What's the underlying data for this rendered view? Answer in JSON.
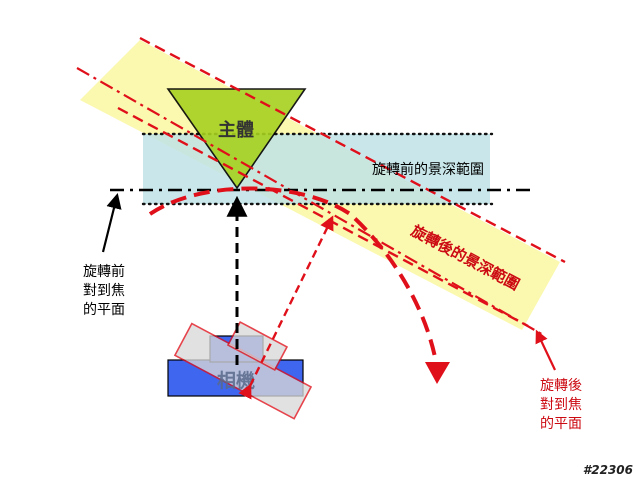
{
  "labels": {
    "subject": "主體",
    "camera": "相機",
    "dof_before": "旋轉前的景深範圍",
    "dof_after": "旋轉後的景深範圍",
    "focus_before": [
      "旋轉前",
      "對到焦",
      "的平面"
    ],
    "focus_after": [
      "旋轉後",
      "對到焦",
      "的平面"
    ],
    "watermark": "#22306"
  },
  "colors": {
    "red": "#e0101a",
    "dof_before_fill": "#bfe3e6",
    "dof_after_fill": "#fbf7a8",
    "subject_fill": "#a6d11f",
    "camera_blue": "#3f66ef",
    "camera_grey": "#d9d9d9",
    "text_red": "#cc0a12"
  }
}
